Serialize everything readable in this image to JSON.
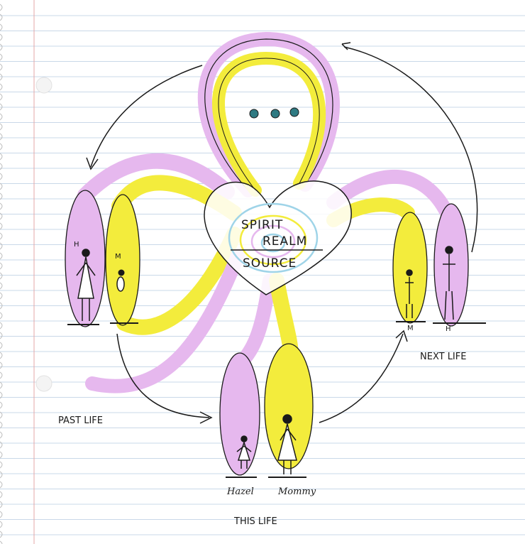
{
  "diagram": {
    "center": {
      "line1": "SPIRIT",
      "line2": "REALM",
      "line3": "SOURCE"
    },
    "past_life": {
      "label": "PAST LIFE",
      "pink_tag": "H",
      "yellow_tag": "M"
    },
    "next_life": {
      "label": "NEXT LIFE",
      "yellow_tag": "M",
      "pink_tag": "H"
    },
    "this_life": {
      "label": "THIS LIFE",
      "pink_name": "Hazel",
      "yellow_name": "Mommy"
    }
  },
  "colors": {
    "pink": "#e6b8ee",
    "yellow": "#f3ec3c",
    "ink": "#1a1a1a",
    "paper_line": "#c9d8e8",
    "margin_line": "#e4a7a7",
    "dot": "#2f7a82"
  }
}
